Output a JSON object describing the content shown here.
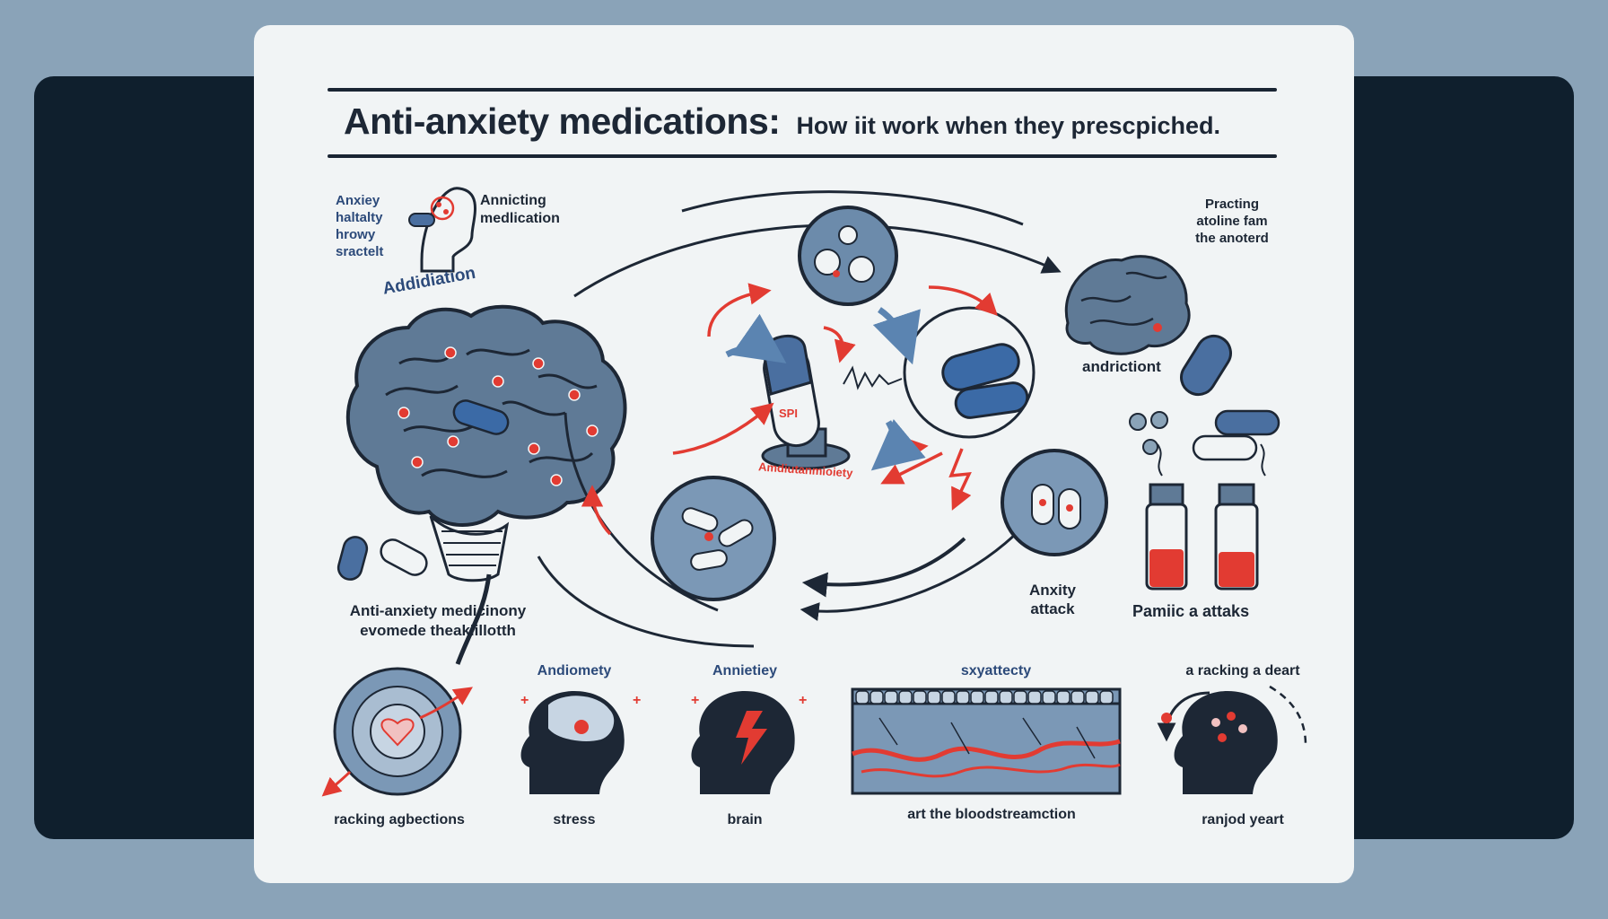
{
  "header": {
    "title": "Anti-anxiety medications:",
    "subtitle": "How iit work when they prescpiched."
  },
  "labels": {
    "top_left_stack": [
      "Anxiey",
      "haltalty",
      "hrowy",
      "sractelt"
    ],
    "annicting": [
      "Annicting",
      "medlication"
    ],
    "addidiation": "Addidiation",
    "practing": [
      "Practing",
      "atoline fam",
      "the anoterd"
    ],
    "andrictiont": "andrictiont",
    "center_pill_caption": "Amdiutanmioiety",
    "anxity_attack": [
      "Anxity",
      "attack"
    ],
    "panic_attaks": "Pamiic a attaks",
    "left_caption": [
      "Anti-anxiety medicinony",
      "evomede theaklillotth"
    ]
  },
  "bottom_panels": [
    {
      "top": "",
      "bottom": "racking agbections",
      "icon": "heart-target-icon"
    },
    {
      "top": "Andiomety",
      "bottom": "stress",
      "icon": "head-brain-icon"
    },
    {
      "top": "Annietiey",
      "bottom": "brain",
      "icon": "head-lightning-icon"
    },
    {
      "top": "sxyattecty",
      "bottom": "art the bloodstreamction",
      "icon": "bloodstream-icon"
    },
    {
      "top": "a racking a deart",
      "bottom": "ranjod yeart",
      "icon": "head-cycle-icon"
    }
  ],
  "colors": {
    "background": "#8aa3b8",
    "dark_band": "#0f1f2d",
    "card": "#f1f4f5",
    "ink": "#1d2735",
    "accent_blue": "#5b84b1",
    "accent_red": "#e23b32"
  }
}
